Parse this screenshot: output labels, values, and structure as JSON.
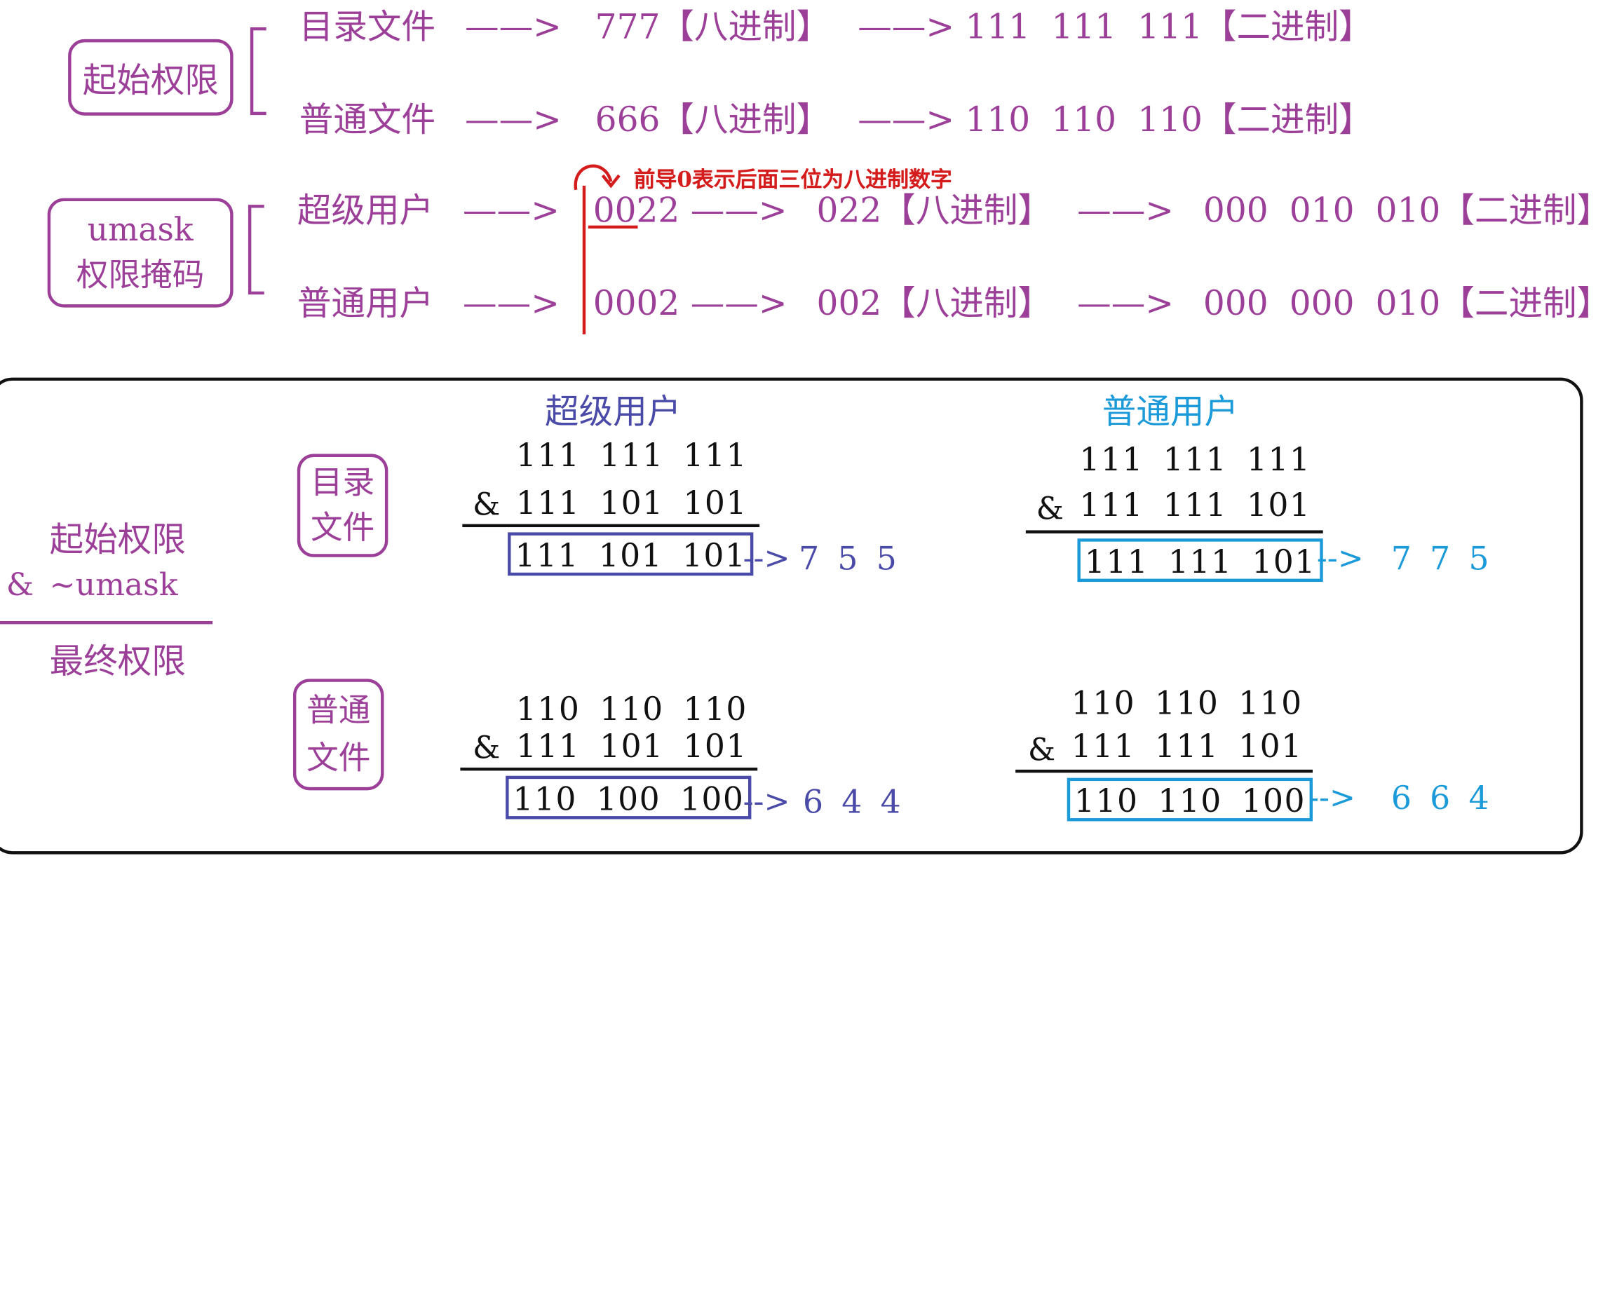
{
  "colors": {
    "purple": "#9c3f98",
    "red": "#d41c1c",
    "super_blue": "#4a4aa8",
    "normal_cyan": "#1a9ad8"
  },
  "top": {
    "initial_box": "起始权限",
    "dir_row": {
      "label": "目录文件",
      "arrow1": "——>",
      "octal": "777【八进制】",
      "arrow2": "——>",
      "binary": "111 111 111【二进制】"
    },
    "file_row": {
      "label": "普通文件",
      "arrow1": "——>",
      "octal": "666【八进制】",
      "arrow2": "——>",
      "binary": "110 110 110【二进制】"
    },
    "umask_box": {
      "line1": "umask",
      "line2": "权限掩码"
    },
    "note": "前导0表示后面三位为八进制数字",
    "super_row": {
      "label": "超级用户",
      "arrow1": "——>",
      "value": "0022",
      "arrow2": "——>",
      "octal": "022【八进制】",
      "arrow3": "——>",
      "binary": "000 010 010【二进制】"
    },
    "normal_row": {
      "label": "普通用户",
      "arrow1": "——>",
      "value": "0002",
      "arrow2": "——>",
      "octal": "002【八进制】",
      "arrow3": "——>",
      "binary": "000 000 010【二进制】"
    }
  },
  "bottom": {
    "formula": {
      "line1": "起始权限",
      "amp": "&",
      "line2": "~umask",
      "line3": "最终权限"
    },
    "headers": {
      "super": "超级用户",
      "normal": "普通用户"
    },
    "dir_label": [
      "目录",
      "文件"
    ],
    "file_label": [
      "普通",
      "文件"
    ],
    "super_dir": {
      "a": "111 111 111",
      "amp": "&",
      "b": "111 101 101",
      "r": "111 101 101",
      "arrow": "-->",
      "res": "7 5 5"
    },
    "normal_dir": {
      "a": "111 111 111",
      "amp": "&",
      "b": "111 111 101",
      "r": "111 111 101",
      "arrow": "-->",
      "res": "7 7 5"
    },
    "super_file": {
      "a": "110 110 110",
      "amp": "&",
      "b": "111 101 101",
      "r": "110 100 100",
      "arrow": "-->",
      "res": "6 4 4"
    },
    "normal_file": {
      "a": "110 110 110",
      "amp": "&",
      "b": "111 111 101",
      "r": "110 110 100",
      "arrow": "-->",
      "res": "6 6 4"
    }
  }
}
